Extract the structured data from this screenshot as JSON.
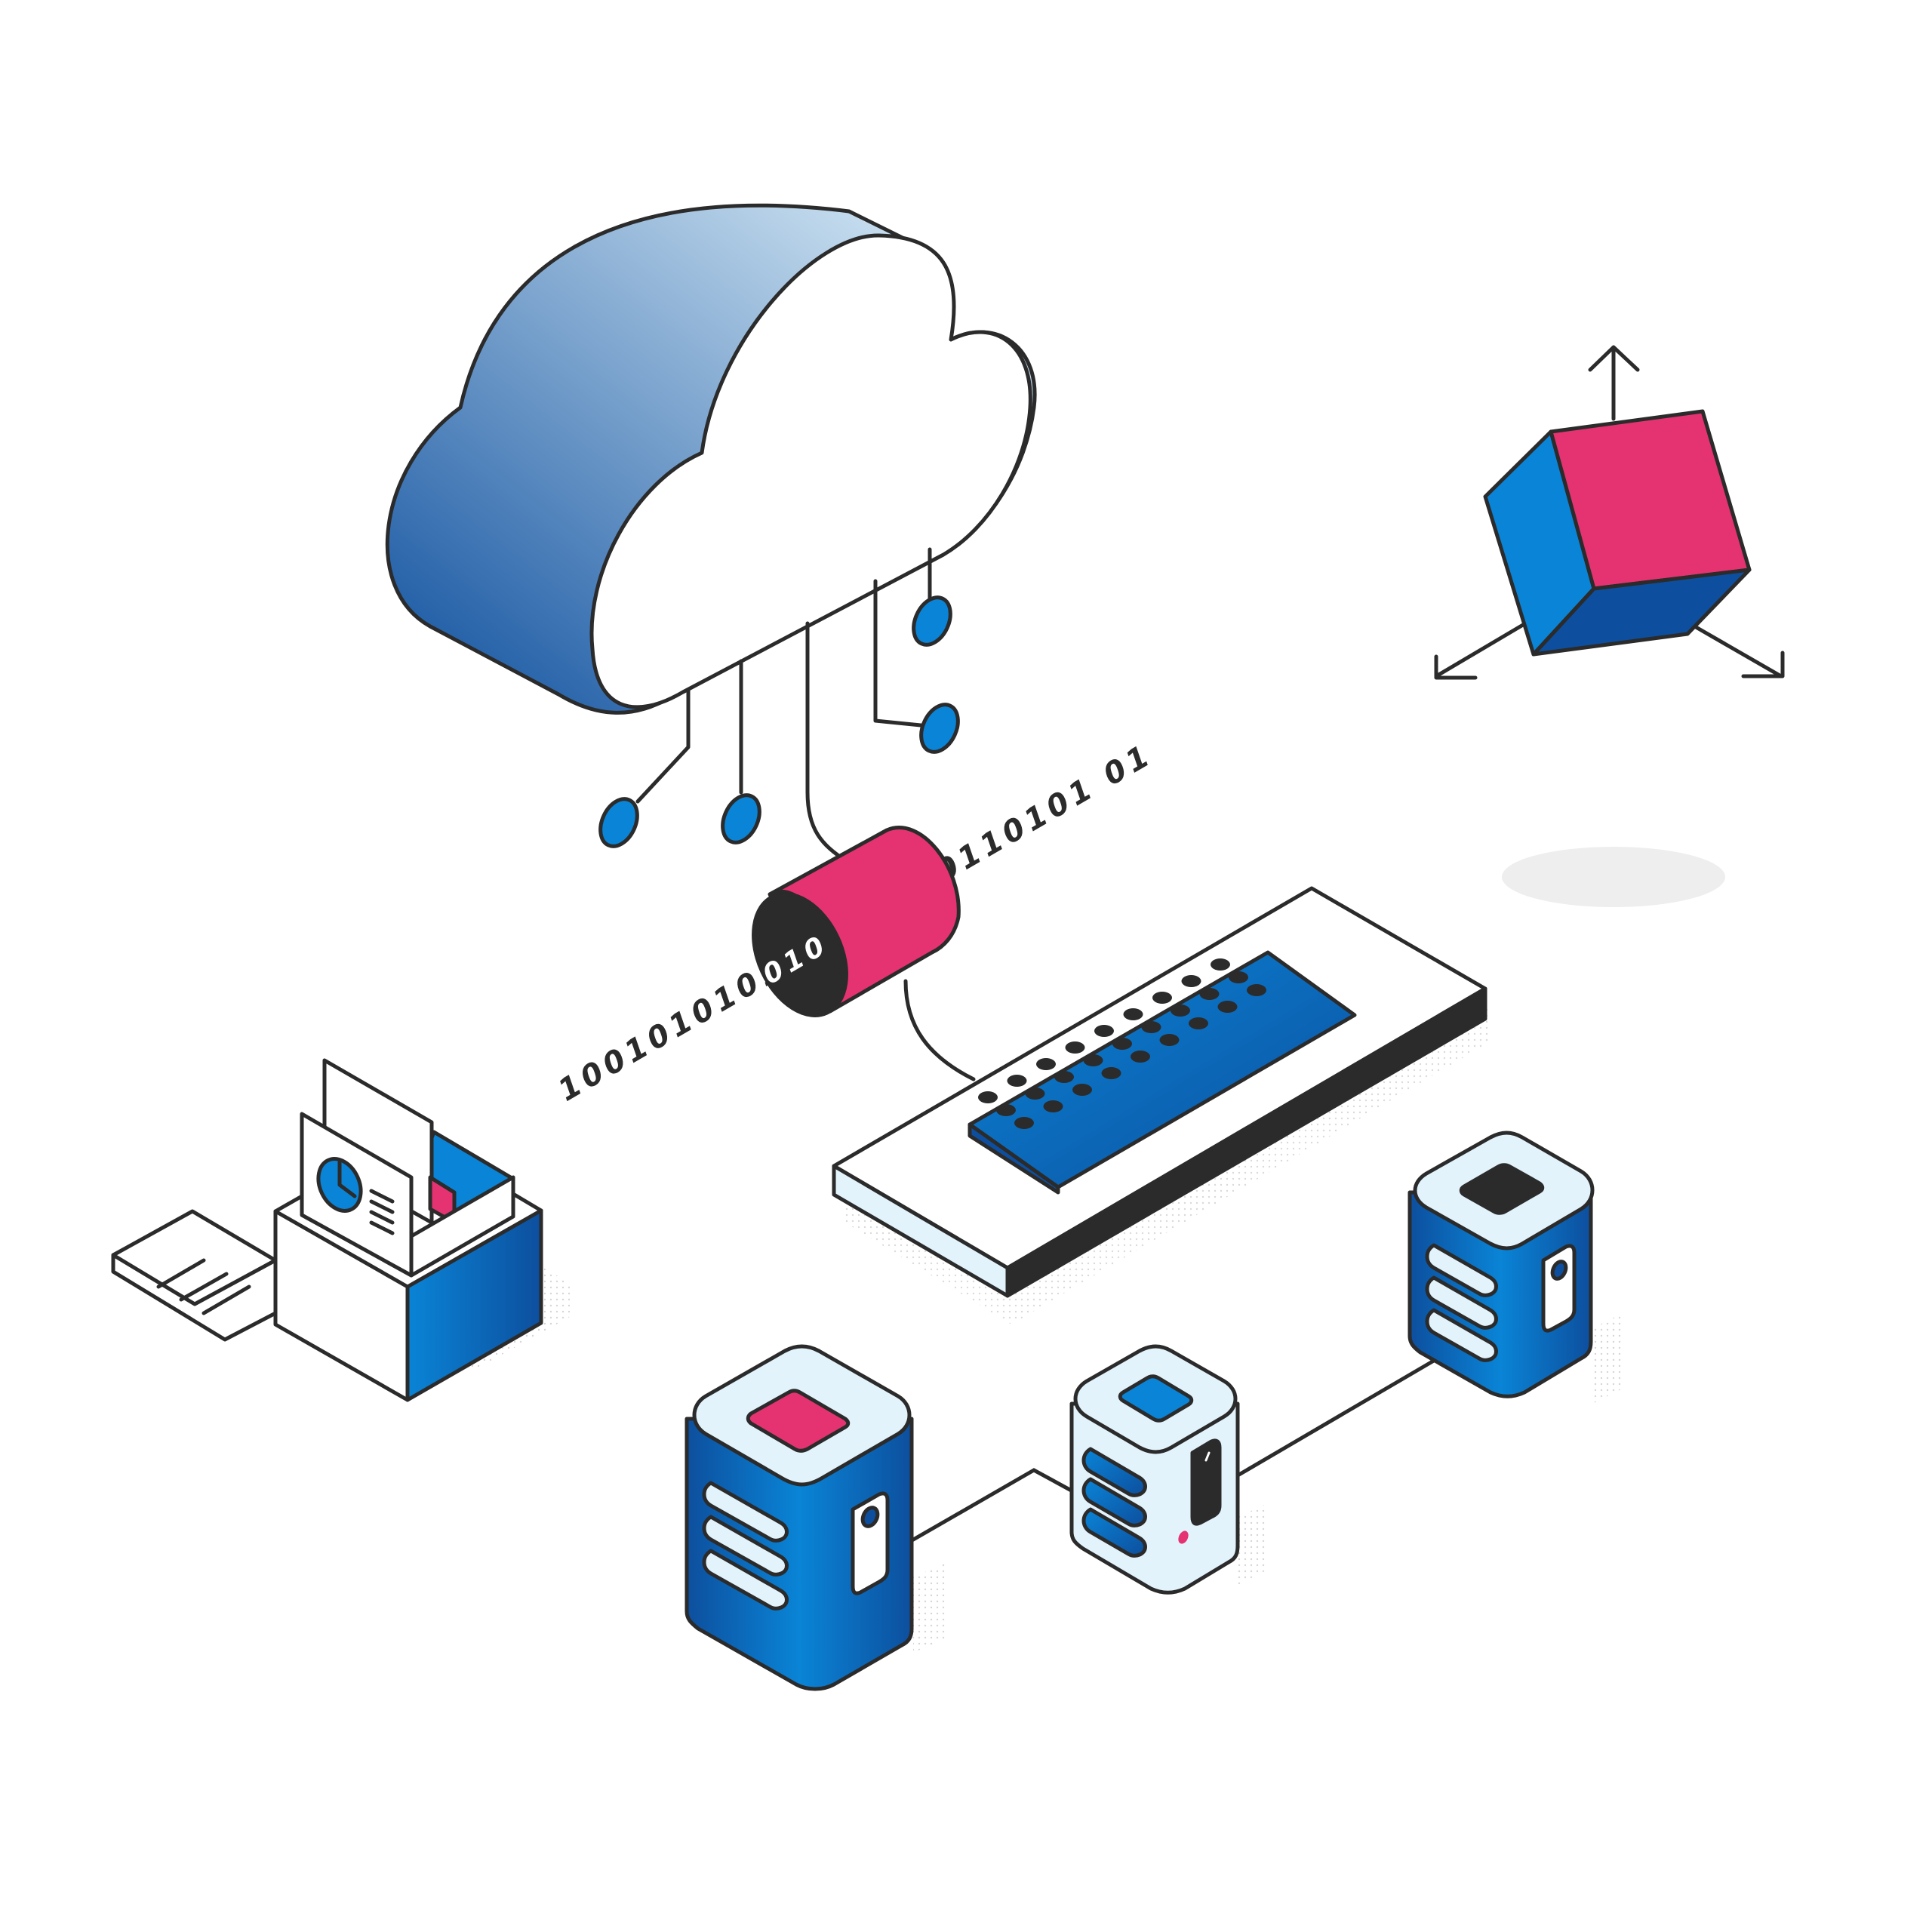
{
  "binary": {
    "left_stream": "10010101010",
    "right_stream": "0110101 01",
    "cylinder_text": "010"
  },
  "colors": {
    "outline": "#2b2b2b",
    "blue": "#0a84d6",
    "blue_dark": "#0d4f9e",
    "blue_light": "#e3f3fb",
    "pink": "#e53270",
    "white": "#ffffff",
    "shadow": "#eeeeee"
  },
  "icons": [
    "cloud-icon",
    "data-cylinder-icon",
    "keyboard-icon",
    "server-icon",
    "document-box-icon",
    "cube-icon"
  ]
}
